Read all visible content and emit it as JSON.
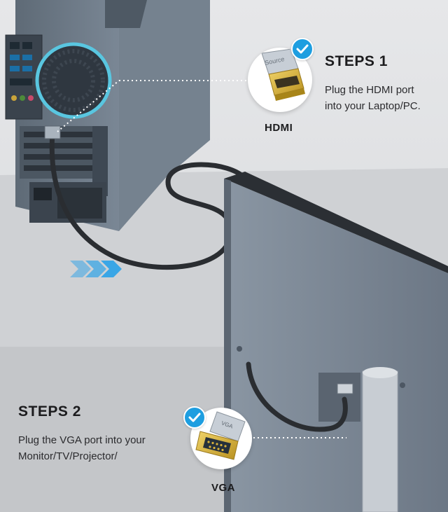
{
  "step1": {
    "title": "STEPS 1",
    "line1": "Plug the HDMI port",
    "line2": "into your Laptop/PC.",
    "connector_label": "HDMI",
    "connector_text": "Source"
  },
  "step2": {
    "title": "STEPS 2",
    "line1": "Plug the VGA port into your",
    "line2": "Monitor/TV/Projector/",
    "connector_label": "VGA",
    "connector_text": "VGA"
  },
  "colors": {
    "accent": "#1e9ee0",
    "arrow": "#3aa6e6",
    "background": "#dfe0e2",
    "desk": "#c9cbce",
    "device": "#6f7c89",
    "gold": "#d8b13a"
  },
  "icons": [
    "check-icon",
    "check-icon",
    "arrow-chevrons-icon"
  ]
}
